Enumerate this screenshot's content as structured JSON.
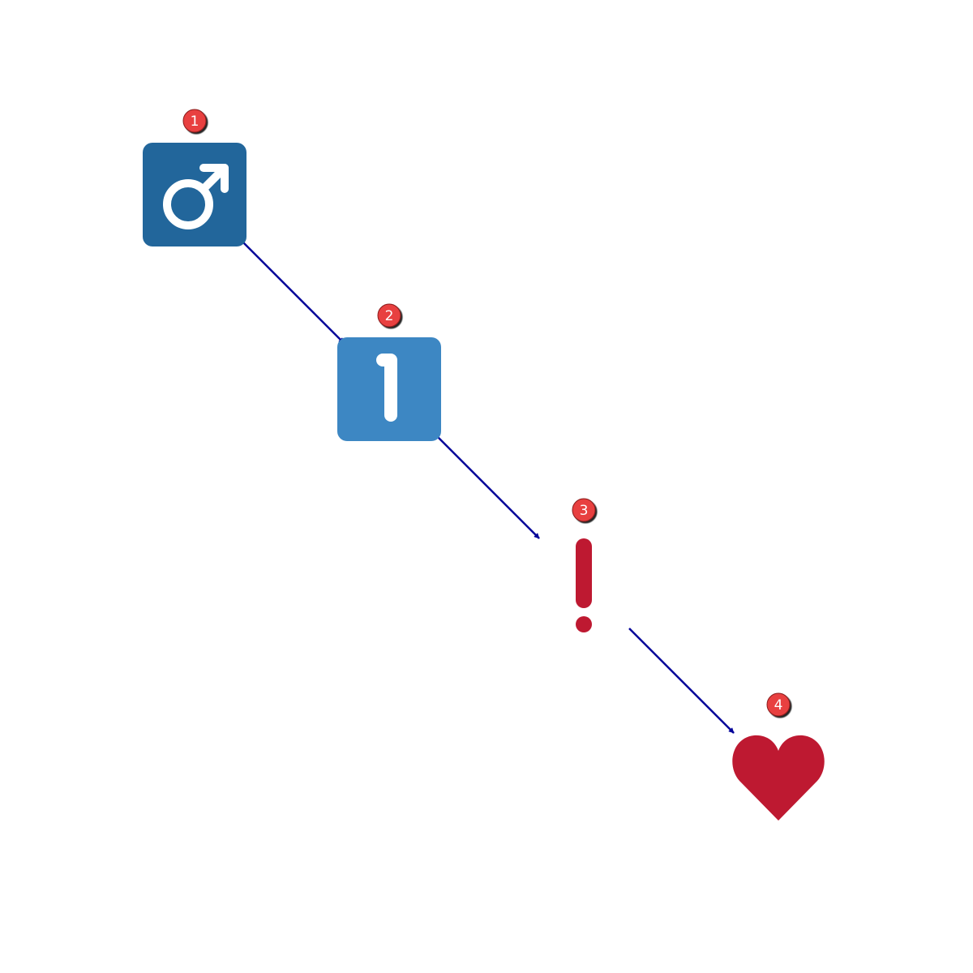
{
  "colors": {
    "background": "#ffffff",
    "arrow": "#000099",
    "badge_fill": "#e8403f",
    "badge_stroke": "#8a1b1b",
    "badge_text": "#ffffff",
    "male_tile": "#22669b",
    "one_tile": "#3d87c3",
    "exclamation": "#be1931",
    "heart": "#be1931",
    "icon_glyph": "#ffffff"
  },
  "nodes": [
    {
      "id": "node-1",
      "badge": "1",
      "icon": "male-sign-icon"
    },
    {
      "id": "node-2",
      "badge": "2",
      "icon": "keycap-one-icon"
    },
    {
      "id": "node-3",
      "badge": "3",
      "icon": "exclamation-icon"
    },
    {
      "id": "node-4",
      "badge": "4",
      "icon": "heart-icon"
    }
  ],
  "edges": [
    {
      "from": "node-1",
      "to": "node-2"
    },
    {
      "from": "node-2",
      "to": "node-3"
    },
    {
      "from": "node-3",
      "to": "node-4"
    }
  ]
}
